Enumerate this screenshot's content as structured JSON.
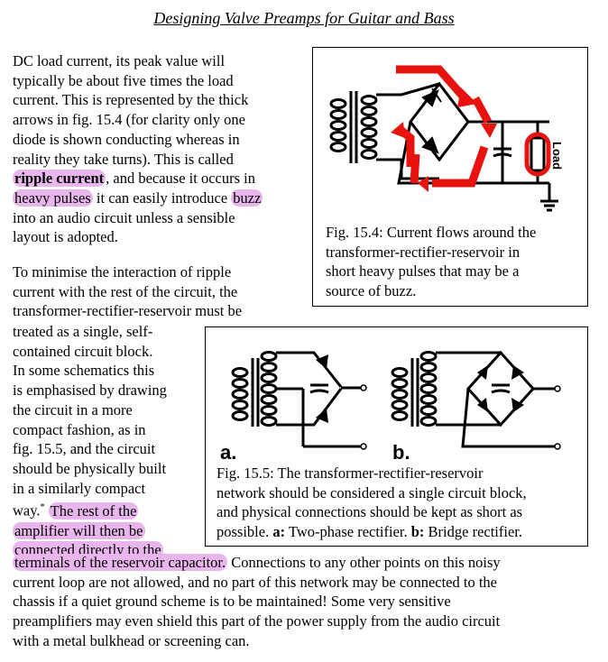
{
  "header": {
    "title": "Designing Valve Preamps for Guitar and Bass"
  },
  "para1": {
    "lines": [
      "DC load current, its peak value will",
      "typically be about five times the load",
      "current. This is represented by the thick",
      "arrows in fig. 15.4 (for clarity only one",
      "diode is shown conducting whereas in",
      "reality they take turns). This is called"
    ],
    "line7_bold": "ripple current",
    "line7_rest": ", and because it occurs in",
    "line8_hl1": "heavy pulses",
    "line8_mid": " it can easily introduce ",
    "line8_hl2": "buzz",
    "line9": "into an audio circuit unless a sensible",
    "line10": "layout is adopted."
  },
  "para2": {
    "lines": [
      "To minimise the interaction of ripple",
      "current with the rest of the circuit, the",
      "transformer-rectifier-reservoir must be"
    ]
  },
  "para3": {
    "lines": [
      "treated as a single, self-",
      "contained circuit block.",
      "In some schematics this",
      "is emphasised by drawing",
      "the circuit in a more",
      "compact fashion, as in",
      "fig. 15.5, and the circuit",
      "should be physically built",
      "in a similarly compact"
    ],
    "way": "way.",
    "footnote_mark": "*",
    "hl_lines": [
      "The rest of the",
      "amplifier will then be",
      "connected directly to the",
      "terminals of the reservoir capacitor."
    ]
  },
  "para4": {
    "line1_rest": " Connections to any other points on this noisy",
    "lines": [
      "current loop are not allowed, and no part of this network may be connected to the",
      "chassis if a quiet ground scheme is to be maintained! Some very sensitive",
      "preamplifiers may even shield this part of the power supply from the audio circuit",
      "with a metal bulkhead or screening can."
    ]
  },
  "fig154": {
    "caption": [
      "Fig. 15.4: Current flows around the",
      "transformer-rectifier-reservoir in",
      "short heavy pulses that may be a",
      "source of buzz."
    ],
    "load_label": "Load"
  },
  "fig155": {
    "label_a": "a.",
    "label_b": "b.",
    "caption_lines": [
      "Fig. 15.5: The transformer-rectifier-reservoir",
      "network should be considered a single circuit block,",
      "and physical connections should be kept as short as"
    ],
    "caption_last_a_pre": "possible. ",
    "caption_last_a_bold": "a:",
    "caption_last_a_text": " Two-phase rectifier. ",
    "caption_last_b_bold": "b:",
    "caption_last_b_text": " Bridge rectifier."
  },
  "colors": {
    "highlight": "#e8b6ec",
    "arrow": "#e8130f"
  }
}
